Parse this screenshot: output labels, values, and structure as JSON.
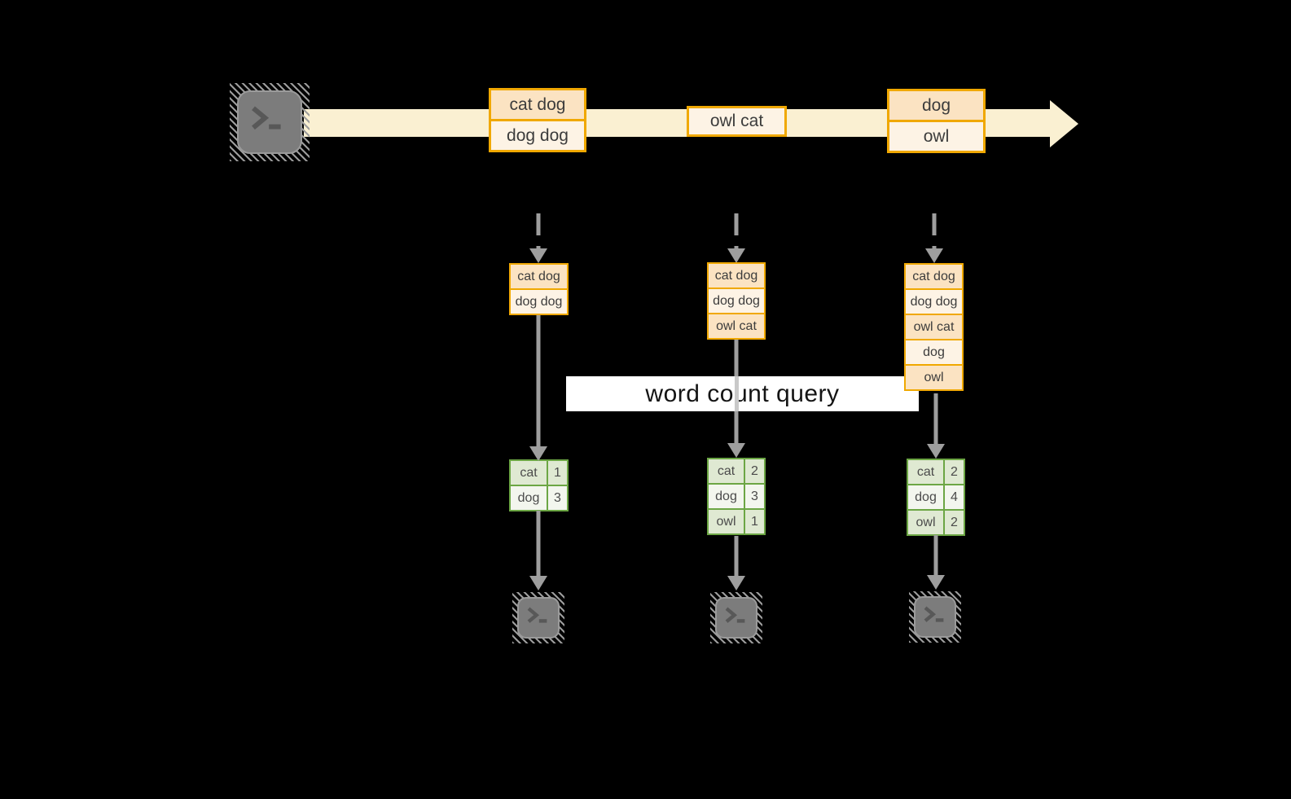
{
  "query_label": "word count query",
  "stream": {
    "events": [
      {
        "lines": [
          "cat dog",
          "dog dog"
        ]
      },
      {
        "lines": [
          "owl cat"
        ]
      },
      {
        "lines": [
          "dog",
          "owl"
        ]
      }
    ]
  },
  "columns": [
    {
      "buffer": [
        "cat dog",
        "dog dog"
      ],
      "counts": [
        {
          "word": "cat",
          "count": "1"
        },
        {
          "word": "dog",
          "count": "3"
        }
      ]
    },
    {
      "buffer": [
        "cat dog",
        "dog dog",
        "owl cat"
      ],
      "counts": [
        {
          "word": "cat",
          "count": "2"
        },
        {
          "word": "dog",
          "count": "3"
        },
        {
          "word": "owl",
          "count": "1"
        }
      ]
    },
    {
      "buffer": [
        "cat dog",
        "dog dog",
        "owl cat",
        "dog",
        "owl"
      ],
      "counts": [
        {
          "word": "cat",
          "count": "2"
        },
        {
          "word": "dog",
          "count": "4"
        },
        {
          "word": "owl",
          "count": "2"
        }
      ]
    }
  ],
  "icons": {
    "source_terminal": "terminal-icon",
    "sink_terminals": [
      "terminal-icon",
      "terminal-icon",
      "terminal-icon"
    ]
  },
  "colors": {
    "background": "#000000",
    "accent_orange": "#F0A800",
    "fill_dark_peach": "#FBE3C2",
    "fill_light_peach": "#FDF3E5",
    "stream_band": "#FAF0D2",
    "green_border": "#6CA644",
    "green_fill_dark": "#DFE9D2",
    "green_fill_light": "#F3F6EE",
    "arrow_gray": "#9E9E9E",
    "label_band": "#FFFFFF"
  }
}
